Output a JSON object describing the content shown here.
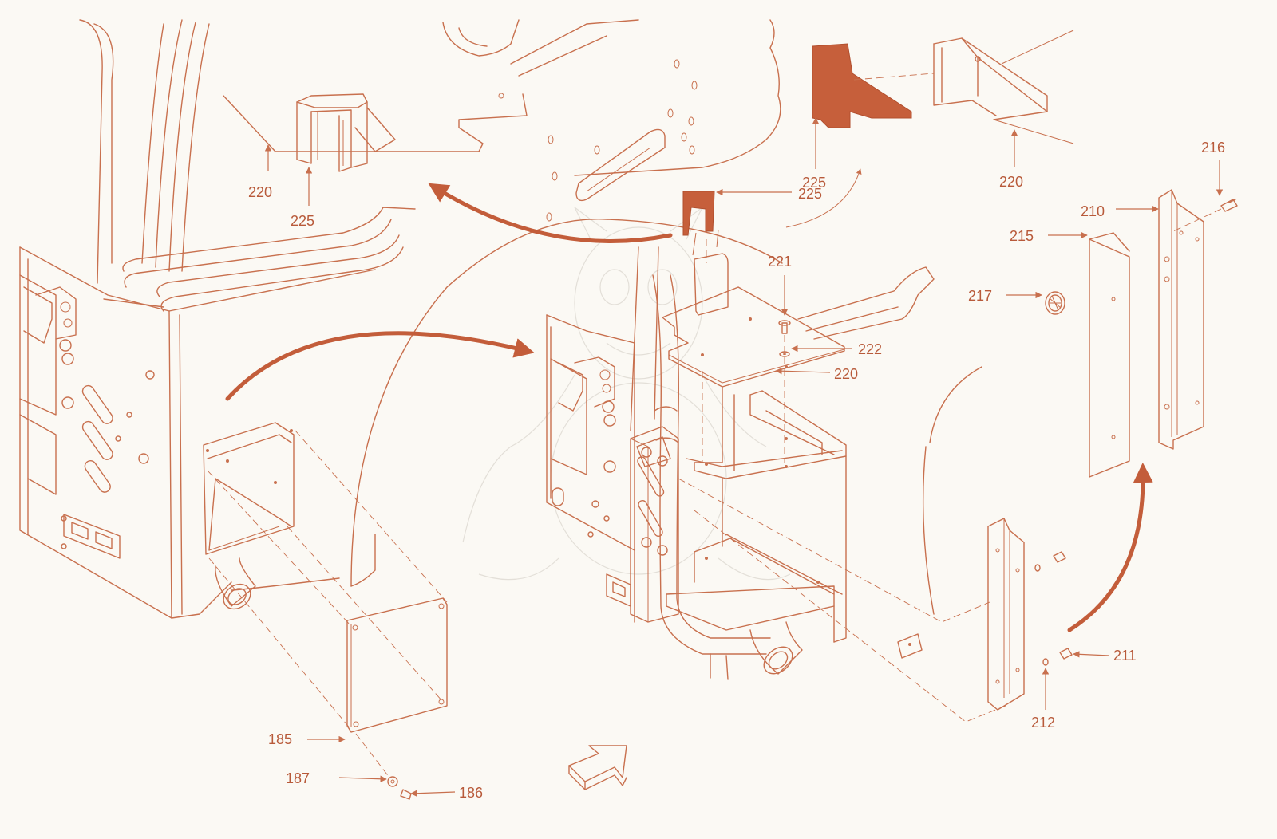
{
  "callouts": {
    "c220a": "220",
    "c225a": "225",
    "c225b": "225",
    "c225c": "225",
    "c220b": "220",
    "c216": "216",
    "c210": "210",
    "c215": "215",
    "c217": "217",
    "c221": "221",
    "c222": "222",
    "c220c": "220",
    "c211": "211",
    "c212": "212",
    "c185": "185",
    "c187": "187",
    "c186": "186"
  },
  "colors": {
    "line": "#c8704e",
    "fill_solid": "#c65f3b",
    "background": "#fbf9f4"
  }
}
